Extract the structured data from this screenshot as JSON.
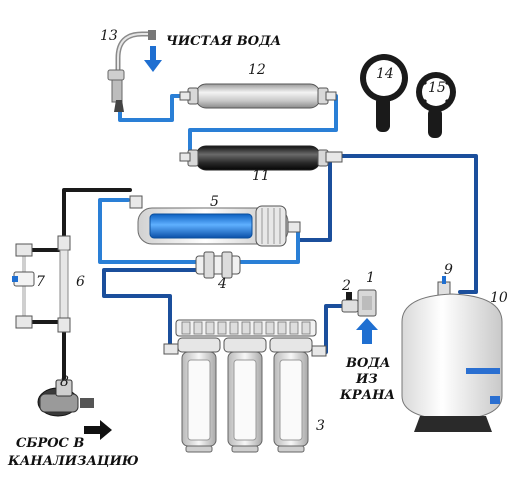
{
  "labels": {
    "n1": "1",
    "n2": "2",
    "n3": "3",
    "n4": "4",
    "n5": "5",
    "n6": "6",
    "n7": "7",
    "n8": "8",
    "n9": "9",
    "n10": "10",
    "n11": "11",
    "n12": "12",
    "n13": "13",
    "n14": "14",
    "n15": "15"
  },
  "captions": {
    "clean_water": "ЧИСТАЯ ВОДА",
    "inlet_line1": "ВОДА",
    "inlet_line2": "ИЗ",
    "inlet_line3": "КРАНА",
    "drain_line1": "СБРОС В",
    "drain_line2": "КАНАЛИЗАЦИЮ"
  },
  "colors": {
    "tube_light": "#2a7fd6",
    "tube_dark": "#1b4f9c",
    "tube_black": "#1a1a1a",
    "arrow_blue": "#1f6fd1",
    "membrane_blue": "#1e7be0",
    "housing_white": "#f2f2f2",
    "outline": "#333333"
  }
}
